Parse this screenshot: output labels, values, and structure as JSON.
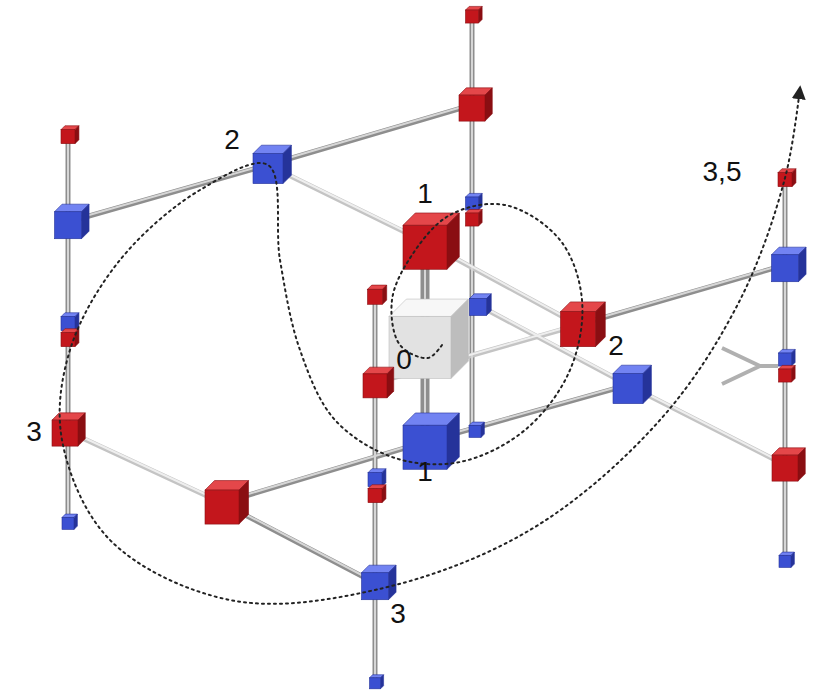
{
  "diagram": {
    "labels": [
      "2",
      "3,5",
      "1",
      "2",
      "0",
      "3",
      "1",
      "3"
    ]
  }
}
